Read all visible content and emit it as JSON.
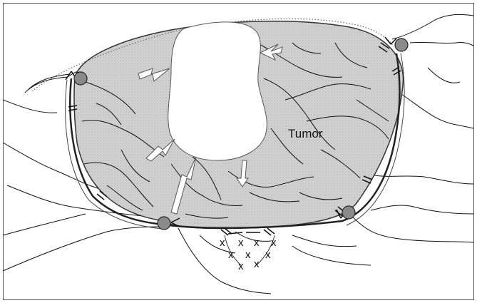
{
  "figure": {
    "tumor_label": "Tumor",
    "x_mark": "x"
  },
  "colors": {
    "tumor_fill": "#cfcfcf",
    "capsule": "#222222",
    "node_fill": "#8a8a8a",
    "arrow_fill": "#ffffff",
    "line": "#111111"
  },
  "icons": {
    "node": "filled-circle",
    "flow_arrow": "white-block-arrow",
    "barrier": "double-bar",
    "necrosis": "x-marks"
  }
}
